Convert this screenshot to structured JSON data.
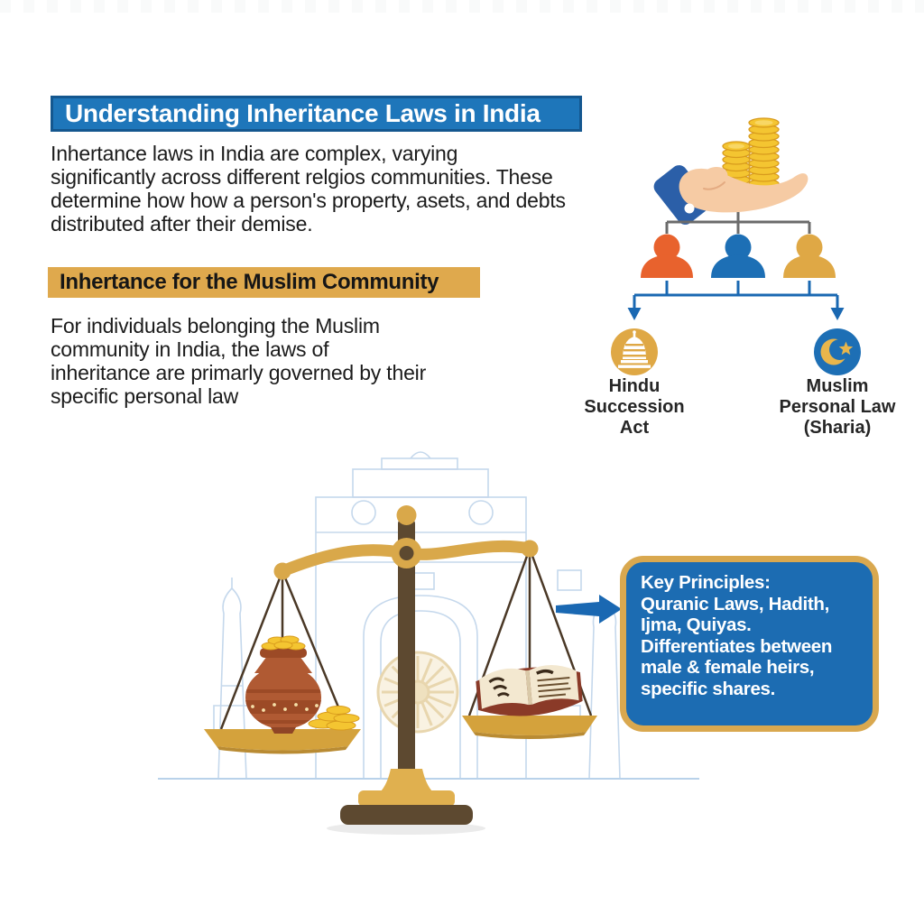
{
  "infographic": {
    "title": "Understanding Inheritance Laws in India",
    "intro": "Inhertance laws in India are complex, varying\nsignificantly across different relgios communities. These\ndetermine how how a person's property, asets, and debts\ndistributed after their demise.",
    "section": {
      "heading": "Inhertance for the Muslim Community",
      "body": "For individuals belonging the Muslim\ncommunity in India, the laws of\ninheritance are primarly governed by their\nspecific personal law"
    },
    "tree": {
      "hindu_label": "Hindu\nSuccession\nAct",
      "muslim_label": "Muslim\nPersonal Law\n(Sharia)"
    },
    "key_principles": "Key Principles:\nQuranic Laws, Hadith,\nIjma, Quiyas.\nDifferentiates between\nmale & female heirs,\nspecific shares.",
    "icons": {
      "hand": "hand-holding-coins-icon",
      "heirs": [
        "person-orange-icon",
        "person-blue-icon",
        "person-gold-icon"
      ],
      "hindu_law": "temple-icon",
      "muslim_law": "crescent-star-icon",
      "scale": "balance-scale-icon",
      "left_pan": "pot-of-gold-icon",
      "right_pan": "quran-book-icon",
      "pointer": "arrow-right-icon",
      "background": "india-gate-outline"
    },
    "colors": {
      "title_banner": "#1e76ba",
      "title_banner_border": "#14578f",
      "heading_highlight": "#dfa94d",
      "text": "#1b1b1b",
      "box_fill": "#1c6cb2",
      "box_border": "#d9a84f",
      "box_text": "#ffffff",
      "person_orange": "#e8622d",
      "person_blue": "#1d6fb5",
      "person_gold": "#dfa845",
      "connector_gray": "#6b6b6b",
      "connector_blue": "#1a68b2",
      "scale_gold": "#d9a84a",
      "dark_wood": "#5d4930",
      "coin": "#f4c531",
      "pot": "#b05a33",
      "book_cover": "#8a3a28",
      "book_pages": "#f3e8d0",
      "background_outline": "#c5d8ec"
    }
  }
}
